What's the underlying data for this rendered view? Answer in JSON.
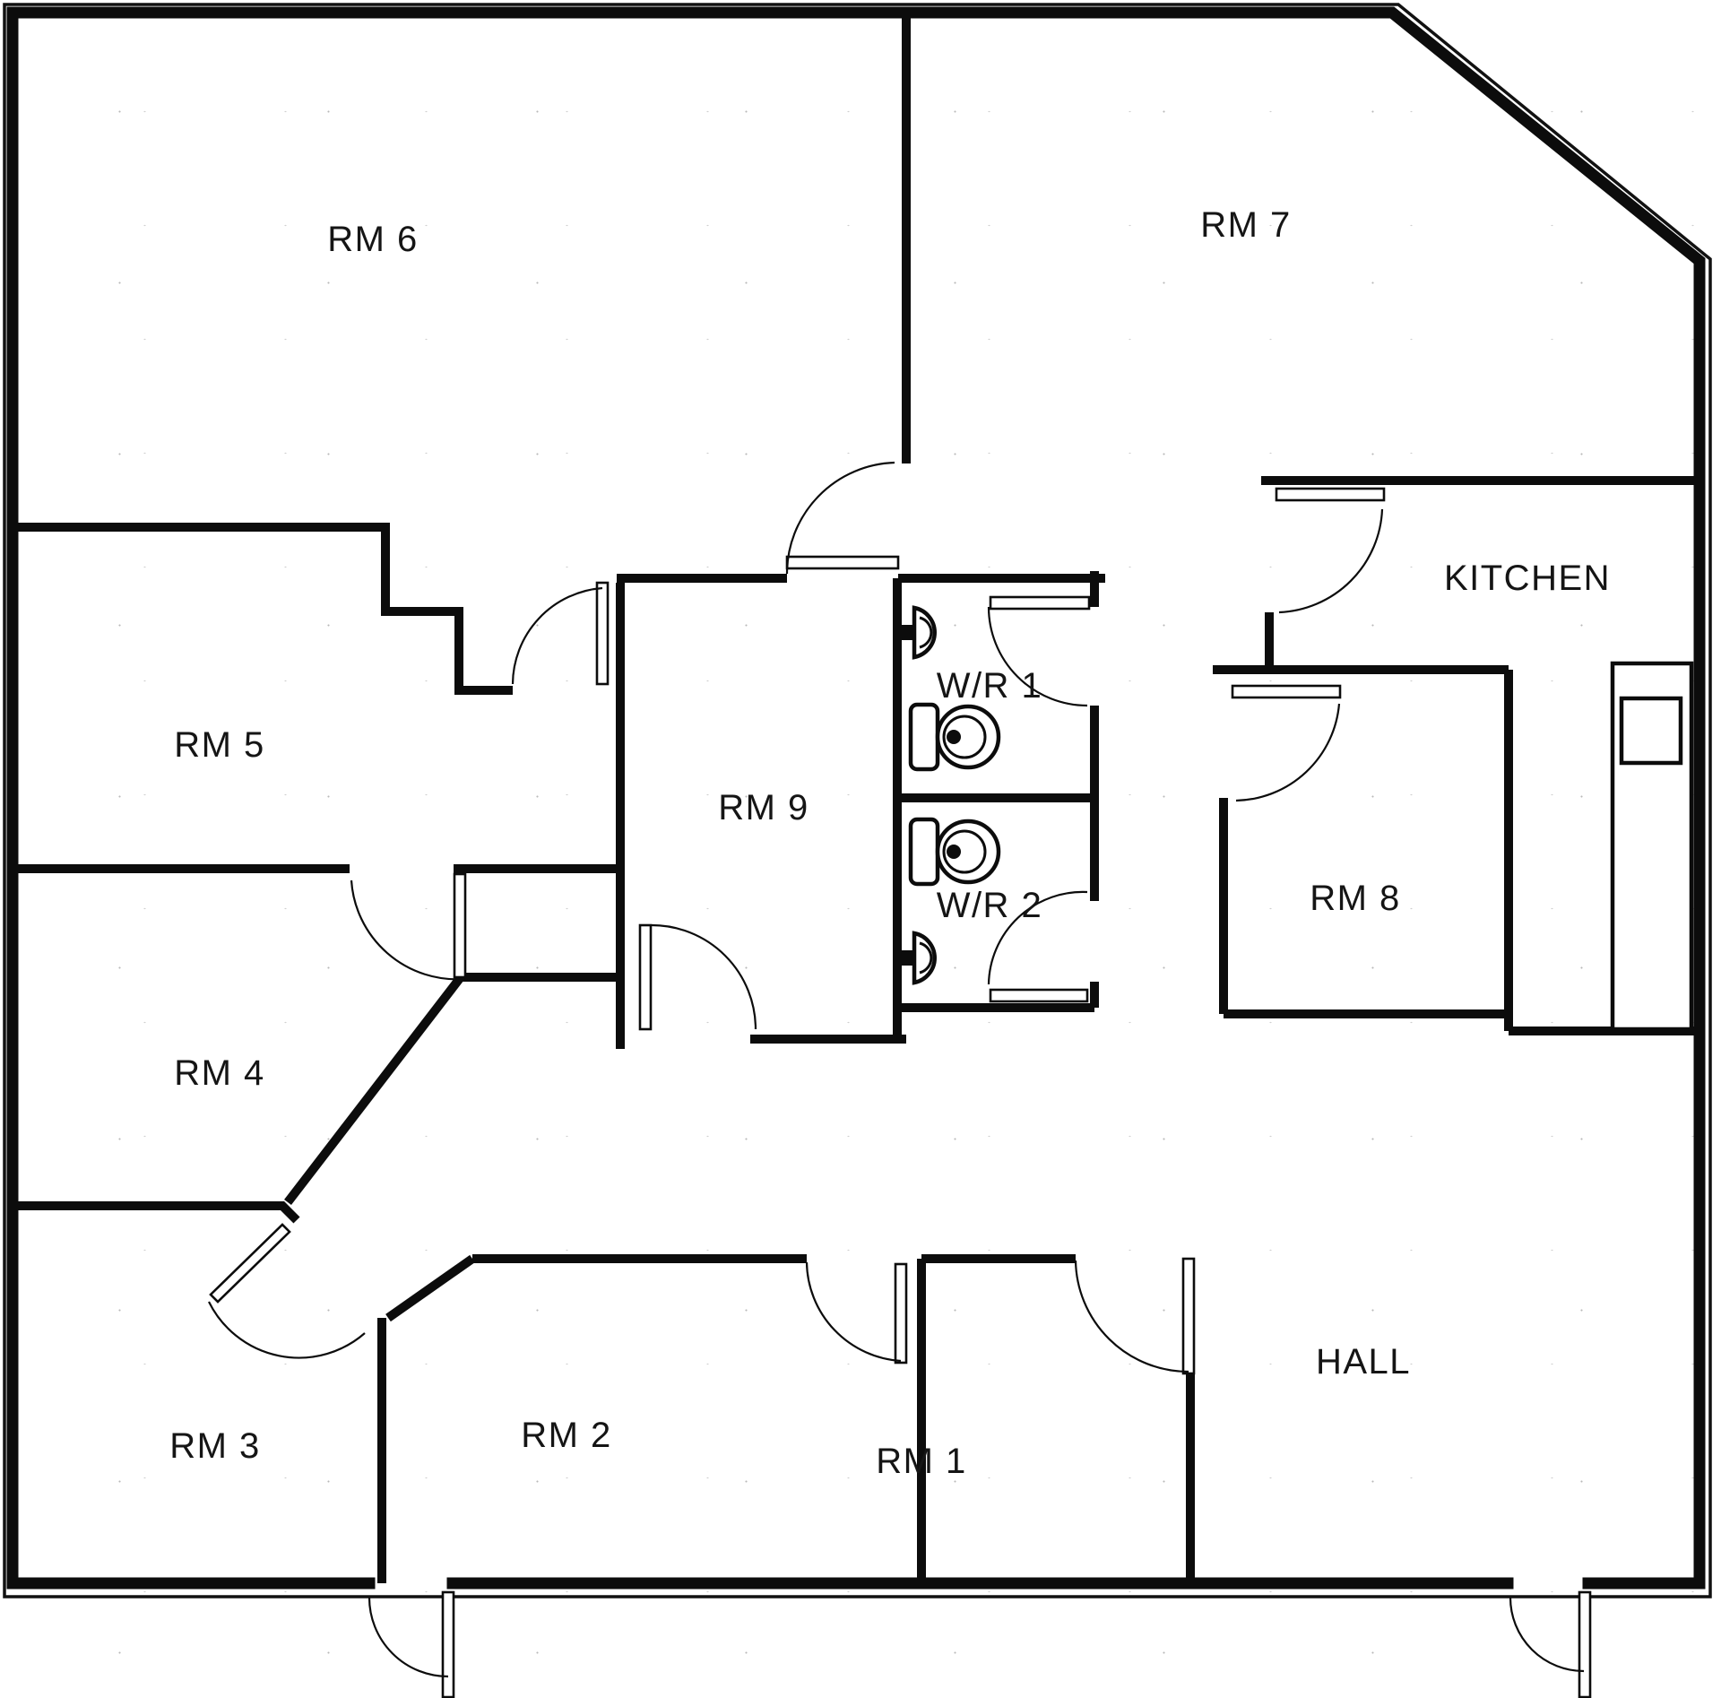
{
  "plan": {
    "type": "floor-plan",
    "colors": {
      "wall": "#0c0c0c",
      "paper": "#ffffff",
      "label": "#151515"
    },
    "rooms": [
      {
        "id": "rm6",
        "label": "RM 6"
      },
      {
        "id": "rm7",
        "label": "RM 7"
      },
      {
        "id": "rm5",
        "label": "RM 5"
      },
      {
        "id": "rm9",
        "label": "RM 9"
      },
      {
        "id": "wr1",
        "label": "W/R 1"
      },
      {
        "id": "wr2",
        "label": "W/R 2"
      },
      {
        "id": "kitchen",
        "label": "KITCHEN"
      },
      {
        "id": "rm8",
        "label": "RM 8"
      },
      {
        "id": "rm4",
        "label": "RM 4"
      },
      {
        "id": "rm3",
        "label": "RM 3"
      },
      {
        "id": "rm2",
        "label": "RM 2"
      },
      {
        "id": "rm1",
        "label": "RM 1"
      },
      {
        "id": "hall",
        "label": "HALL"
      }
    ],
    "fixtures": [
      {
        "name": "sink-wr1"
      },
      {
        "name": "toilet-wr1"
      },
      {
        "name": "toilet-wr2"
      },
      {
        "name": "sink-wr2"
      },
      {
        "name": "kitchen-counter"
      },
      {
        "name": "kitchen-sink"
      }
    ],
    "door_count": 13
  }
}
